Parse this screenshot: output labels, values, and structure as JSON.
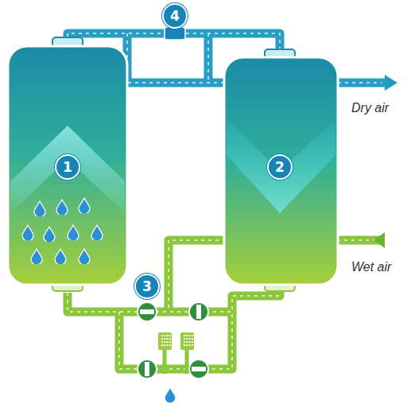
{
  "diagram": {
    "labels": [
      "1",
      "2",
      "3",
      "4",
      "Dry air",
      "Wet air"
    ]
  }
}
